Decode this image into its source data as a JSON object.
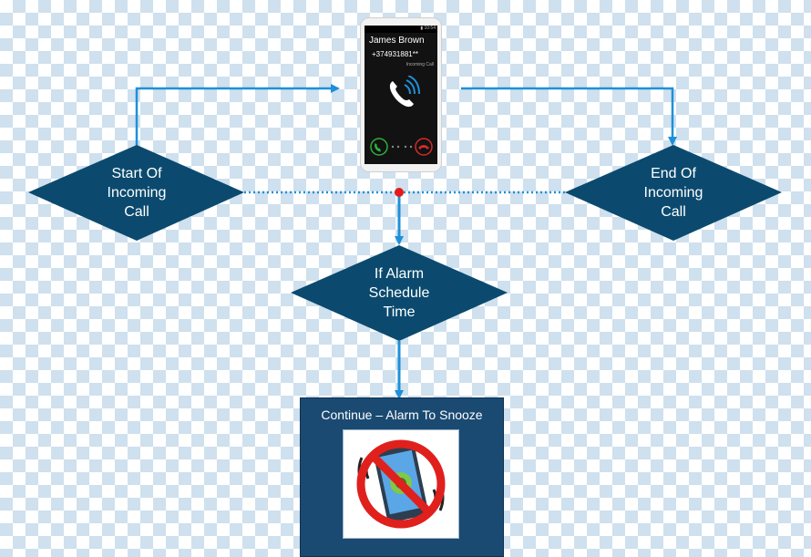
{
  "diagram": {
    "start_node": "Start Of\nIncoming\nCall",
    "end_node": "End Of\nIncoming\nCall",
    "decision_node": "If Alarm\nSchedule\nTime",
    "result_box": "Continue – Alarm To Snooze"
  },
  "phone": {
    "caller_name": "James Brown",
    "caller_number": "+374931881**",
    "call_state": "Incoming Call"
  },
  "colors": {
    "diamond": "#0b4a6e",
    "arrow": "#1e90d8",
    "junction": "#e61a1a",
    "box": "#1a4a72"
  },
  "icons": [
    "phone-ringing-icon",
    "accept-call-icon",
    "reject-call-icon",
    "no-vibrate-icon"
  ]
}
